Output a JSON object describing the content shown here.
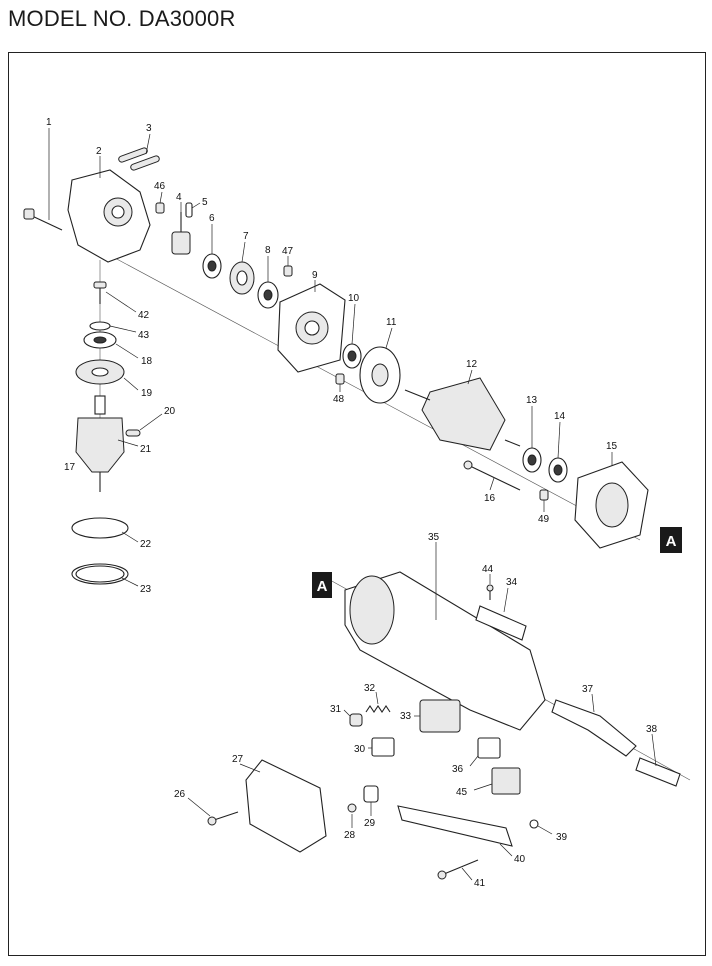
{
  "header": {
    "model_title": "MODEL NO. DA3000R"
  },
  "diagram": {
    "part_numbers": [
      "1",
      "2",
      "3",
      "4",
      "5",
      "6",
      "7",
      "8",
      "9",
      "10",
      "11",
      "12",
      "13",
      "14",
      "15",
      "16",
      "17",
      "18",
      "19",
      "20",
      "21",
      "22",
      "23",
      "26",
      "27",
      "28",
      "29",
      "30",
      "31",
      "32",
      "33",
      "34",
      "35",
      "36",
      "37",
      "38",
      "39",
      "40",
      "41",
      "42",
      "43",
      "44",
      "45",
      "46",
      "47",
      "48",
      "49"
    ],
    "markers": [
      "A",
      "A"
    ]
  }
}
